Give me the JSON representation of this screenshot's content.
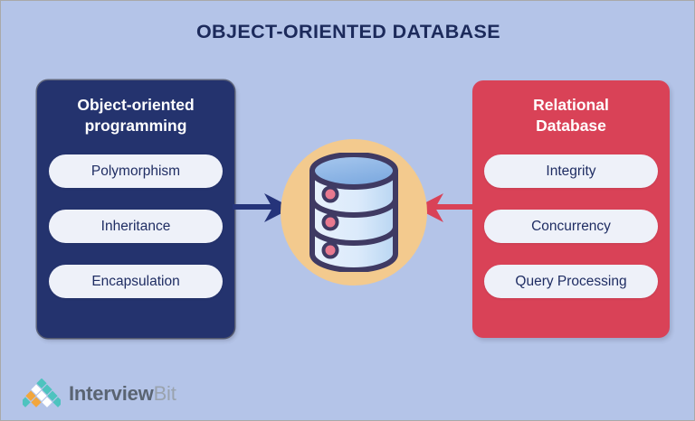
{
  "meta": {
    "background_color": "#b4c4e8",
    "title_color": "#1c2a5b"
  },
  "header": {
    "title": "OBJECT-ORIENTED DATABASE"
  },
  "left_panel": {
    "title": "Object-oriented programming",
    "title_line_1": "Object-oriented",
    "title_line_2": "programming",
    "background_color": "#24336e",
    "items": [
      {
        "label": "Polymorphism"
      },
      {
        "label": "Inheritance"
      },
      {
        "label": "Encapsulation"
      }
    ]
  },
  "right_panel": {
    "title": "Relational Database",
    "title_line_1": "Relational",
    "title_line_2": "Database",
    "background_color": "#d94257",
    "items": [
      {
        "label": "Integrity"
      },
      {
        "label": "Concurrency"
      },
      {
        "label": "Query Processing"
      }
    ]
  },
  "center": {
    "icon_name": "database-cylinder-icon",
    "circle_color": "#f3ca8e",
    "cylinder_top_color": "#8fb8e8",
    "cylinder_body_color": "#e3eefb",
    "cylinder_stroke_color": "#3f3a63",
    "indicator_color": "#e8798f",
    "indicator_count": 3
  },
  "arrows": [
    {
      "name": "arrow-oop-to-database",
      "direction": "right",
      "color": "#25347a"
    },
    {
      "name": "arrow-rdb-to-database",
      "direction": "left",
      "color": "#d94257"
    }
  ],
  "footer": {
    "logo_word_1": "Interview",
    "logo_word_2": "Bit",
    "logo_colors": {
      "teal": "#4ec3bf",
      "orange": "#f2a63c",
      "white": "#ffffff",
      "text_dark": "#5a6472",
      "text_light": "#9aa3ae"
    }
  }
}
